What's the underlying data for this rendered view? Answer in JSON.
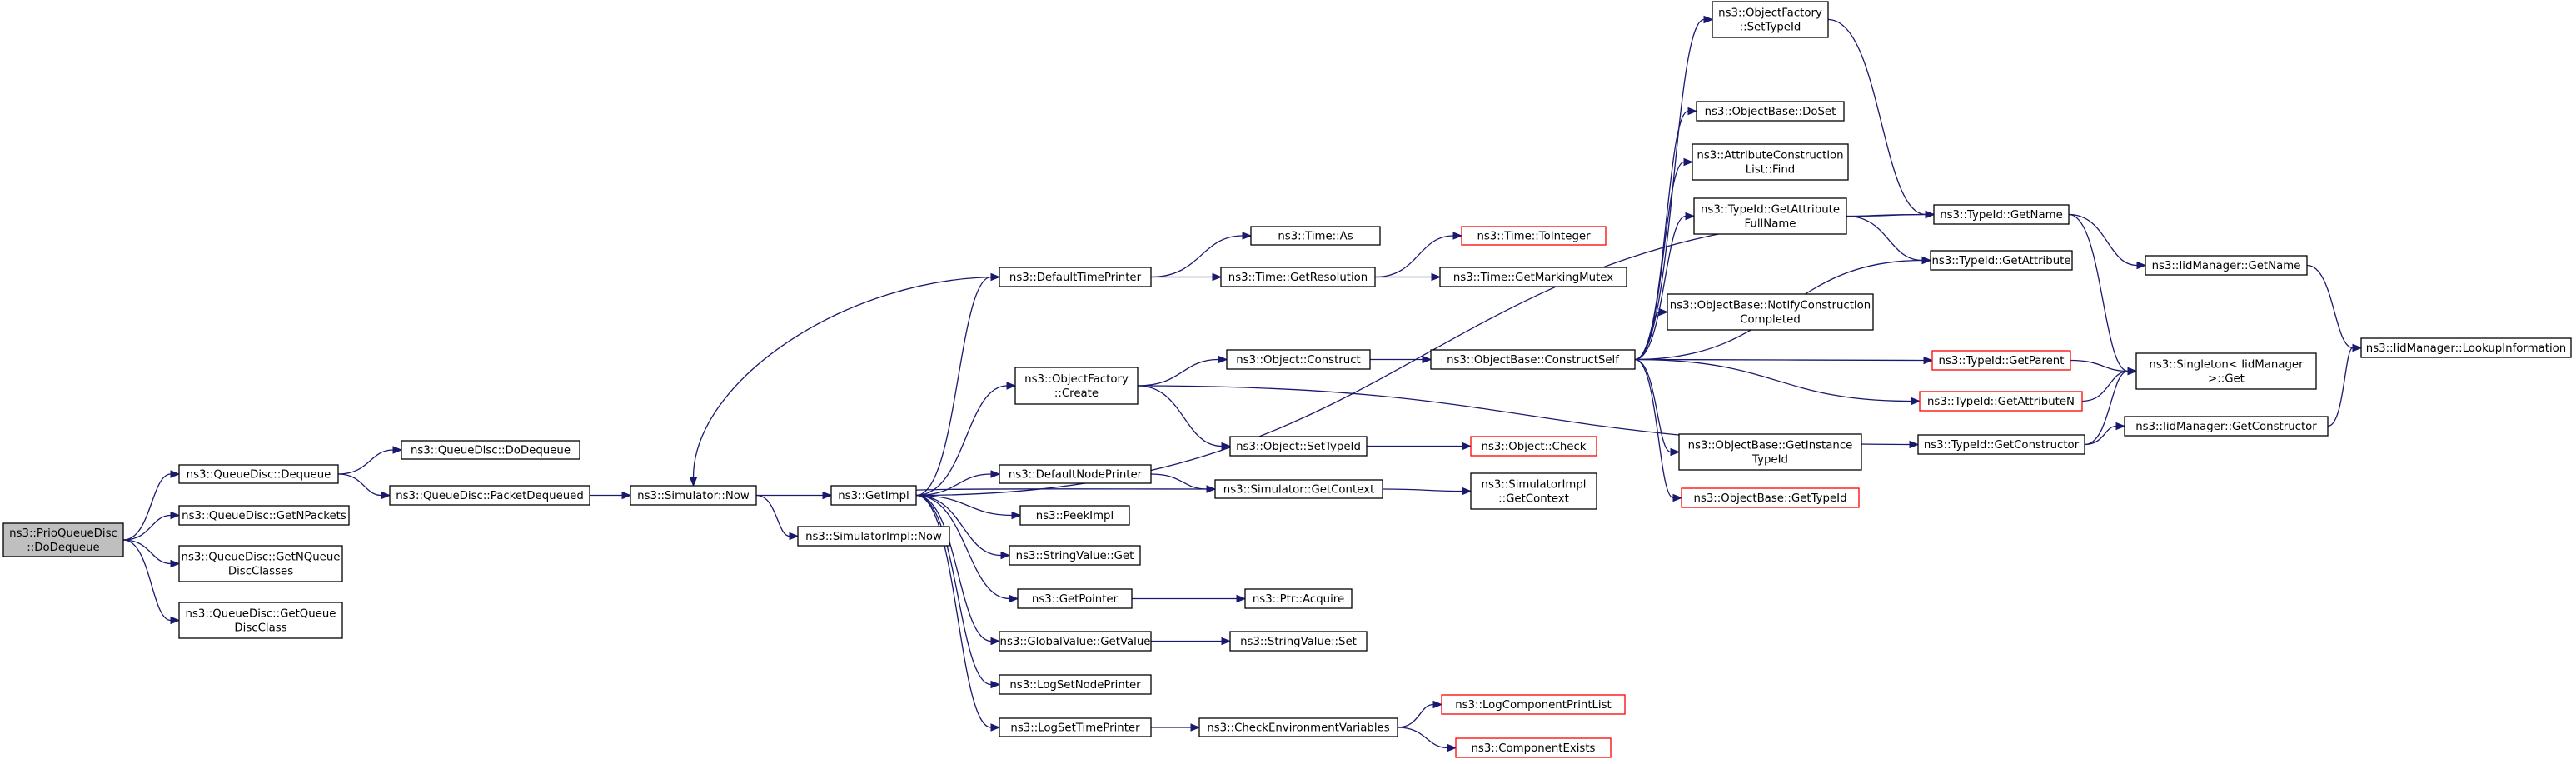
{
  "nodes": {
    "root": [
      "ns3::PrioQueueDisc",
      "::DoDequeue"
    ],
    "qd_dequeue": [
      "ns3::QueueDisc::Dequeue"
    ],
    "qd_getnpackets": [
      "ns3::QueueDisc::GetNPackets"
    ],
    "qd_getnqueue": [
      "ns3::QueueDisc::GetNQueue",
      "DiscClasses"
    ],
    "qd_getqueue": [
      "ns3::QueueDisc::GetQueue",
      "DiscClass"
    ],
    "qd_dodequeue": [
      "ns3::QueueDisc::DoDequeue"
    ],
    "qd_packetdequeued": [
      "ns3::QueueDisc::PacketDequeued"
    ],
    "sim_now": [
      "ns3::Simulator::Now"
    ],
    "getimpl": [
      "ns3::GetImpl"
    ],
    "simimpl_now": [
      "ns3::SimulatorImpl::Now"
    ],
    "defaulttimeprinter": [
      "ns3::DefaultTimePrinter"
    ],
    "objfactory_create": [
      "ns3::ObjectFactory",
      "::Create"
    ],
    "defaultnodeprinter": [
      "ns3::DefaultNodePrinter"
    ],
    "peekimpl": [
      "ns3::PeekImpl"
    ],
    "stringvalue_get": [
      "ns3::StringValue::Get"
    ],
    "getpointer": [
      "ns3::GetPointer"
    ],
    "globalvalue_getvalue": [
      "ns3::GlobalValue::GetValue"
    ],
    "logsetnodeprinter": [
      "ns3::LogSetNodePrinter"
    ],
    "logsettimeprinter": [
      "ns3::LogSetTimePrinter"
    ],
    "time_as": [
      "ns3::Time::As"
    ],
    "time_getresolution": [
      "ns3::Time::GetResolution"
    ],
    "object_construct": [
      "ns3::Object::Construct"
    ],
    "object_settypeid": [
      "ns3::Object::SetTypeId"
    ],
    "sim_getcontext": [
      "ns3::Simulator::GetContext"
    ],
    "ptr_acquire": [
      "ns3::Ptr::Acquire"
    ],
    "stringvalue_set": [
      "ns3::StringValue::Set"
    ],
    "checkenv": [
      "ns3::CheckEnvironmentVariables"
    ],
    "time_tointeger": [
      "ns3::Time::ToInteger"
    ],
    "time_getmarkingmutex": [
      "ns3::Time::GetMarkingMutex"
    ],
    "objbase_constructself": [
      "ns3::ObjectBase::ConstructSelf"
    ],
    "object_check": [
      "ns3::Object::Check"
    ],
    "simimpl_getcontext": [
      "ns3::SimulatorImpl",
      "::GetContext"
    ],
    "logcomponentprintlist": [
      "ns3::LogComponentPrintList"
    ],
    "componentexists": [
      "ns3::ComponentExists"
    ],
    "objfactory_settypeid": [
      "ns3::ObjectFactory",
      "::SetTypeId"
    ],
    "objbase_doset": [
      "ns3::ObjectBase::DoSet"
    ],
    "attrconstructionlist_find": [
      "ns3::AttributeConstruction",
      "List::Find"
    ],
    "typeid_getattributefullname": [
      "ns3::TypeId::GetAttribute",
      "FullName"
    ],
    "objbase_notifyconstructioncompleted": [
      "ns3::ObjectBase::NotifyConstruction",
      "Completed"
    ],
    "objbase_getinstancetypeid": [
      "ns3::ObjectBase::GetInstance",
      "TypeId"
    ],
    "objbase_gettypeid": [
      "ns3::ObjectBase::GetTypeId"
    ],
    "typeid_getname": [
      "ns3::TypeId::GetName"
    ],
    "typeid_getattribute": [
      "ns3::TypeId::GetAttribute"
    ],
    "typeid_getparent": [
      "ns3::TypeId::GetParent"
    ],
    "typeid_getattributen": [
      "ns3::TypeId::GetAttributeN"
    ],
    "typeid_getconstructor": [
      "ns3::TypeId::GetConstructor"
    ],
    "iidmanager_getname": [
      "ns3::IidManager::GetName"
    ],
    "singleton_get": [
      "ns3::Singleton< IidManager",
      ">::Get"
    ],
    "iidmanager_getconstructor": [
      "ns3::IidManager::GetConstructor"
    ],
    "iidmanager_lookupinformation": [
      "ns3::IidManager::LookupInformation"
    ]
  },
  "truncated_nodes": [
    "time_tointeger",
    "object_check",
    "logcomponentprintlist",
    "componentexists",
    "objbase_gettypeid",
    "typeid_getparent",
    "typeid_getattributen"
  ],
  "root_node": "root",
  "colors": {
    "edge": "#191970",
    "node_border": "#000000",
    "truncated_border": "#ff0000",
    "root_fill": "#bfbfbf"
  },
  "edges": [
    [
      "root",
      "qd_dequeue"
    ],
    [
      "root",
      "qd_getnpackets"
    ],
    [
      "root",
      "qd_getnqueue"
    ],
    [
      "root",
      "qd_getqueue"
    ],
    [
      "qd_dequeue",
      "qd_dodequeue"
    ],
    [
      "qd_dequeue",
      "qd_packetdequeued"
    ],
    [
      "qd_packetdequeued",
      "sim_now"
    ],
    [
      "sim_now",
      "getimpl"
    ],
    [
      "sim_now",
      "simimpl_now"
    ],
    [
      "getimpl",
      "defaulttimeprinter"
    ],
    [
      "getimpl",
      "objfactory_create"
    ],
    [
      "getimpl",
      "defaultnodeprinter"
    ],
    [
      "getimpl",
      "peekimpl"
    ],
    [
      "getimpl",
      "stringvalue_get"
    ],
    [
      "getimpl",
      "getpointer"
    ],
    [
      "getimpl",
      "globalvalue_getvalue"
    ],
    [
      "getimpl",
      "logsetnodeprinter"
    ],
    [
      "getimpl",
      "logsettimeprinter"
    ],
    [
      "getimpl",
      "typeid_getname"
    ],
    [
      "defaulttimeprinter",
      "sim_now"
    ],
    [
      "defaulttimeprinter",
      "time_as"
    ],
    [
      "defaulttimeprinter",
      "time_getresolution"
    ],
    [
      "time_getresolution",
      "time_tointeger"
    ],
    [
      "time_getresolution",
      "time_getmarkingmutex"
    ],
    [
      "objfactory_create",
      "object_construct"
    ],
    [
      "objfactory_create",
      "object_settypeid"
    ],
    [
      "objfactory_create",
      "typeid_getconstructor"
    ],
    [
      "object_construct",
      "objbase_constructself"
    ],
    [
      "object_settypeid",
      "object_check"
    ],
    [
      "defaultnodeprinter",
      "sim_getcontext"
    ],
    [
      "sim_getcontext",
      "getimpl"
    ],
    [
      "sim_getcontext",
      "simimpl_getcontext"
    ],
    [
      "getpointer",
      "ptr_acquire"
    ],
    [
      "globalvalue_getvalue",
      "stringvalue_set"
    ],
    [
      "logsettimeprinter",
      "checkenv"
    ],
    [
      "checkenv",
      "logcomponentprintlist"
    ],
    [
      "checkenv",
      "componentexists"
    ],
    [
      "objbase_constructself",
      "objfactory_settypeid"
    ],
    [
      "objbase_constructself",
      "objbase_doset"
    ],
    [
      "objbase_constructself",
      "attrconstructionlist_find"
    ],
    [
      "objbase_constructself",
      "typeid_getattributefullname"
    ],
    [
      "objbase_constructself",
      "objbase_notifyconstructioncompleted"
    ],
    [
      "objbase_constructself",
      "objbase_getinstancetypeid"
    ],
    [
      "objbase_constructself",
      "objbase_gettypeid"
    ],
    [
      "objbase_constructself",
      "typeid_getattribute"
    ],
    [
      "objbase_constructself",
      "typeid_getparent"
    ],
    [
      "objbase_constructself",
      "typeid_getattributen"
    ],
    [
      "objfactory_settypeid",
      "typeid_getname"
    ],
    [
      "typeid_getattributefullname",
      "typeid_getname"
    ],
    [
      "typeid_getattributefullname",
      "typeid_getattribute"
    ],
    [
      "typeid_getname",
      "iidmanager_getname"
    ],
    [
      "typeid_getname",
      "singleton_get"
    ],
    [
      "typeid_getparent",
      "singleton_get"
    ],
    [
      "typeid_getattributen",
      "singleton_get"
    ],
    [
      "typeid_getconstructor",
      "singleton_get"
    ],
    [
      "typeid_getconstructor",
      "iidmanager_getconstructor"
    ],
    [
      "iidmanager_getname",
      "iidmanager_lookupinformation"
    ],
    [
      "iidmanager_getconstructor",
      "iidmanager_lookupinformation"
    ]
  ]
}
